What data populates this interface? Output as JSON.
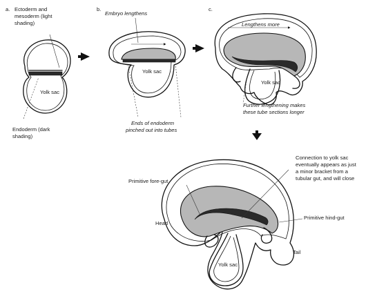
{
  "panels": {
    "a": {
      "letter": "a.",
      "title_lines": [
        "Ectoderm and",
        "mesoderm (light",
        "shading)"
      ],
      "yolk_sac": "Yolk sac",
      "endoderm_lines": [
        "Endoderm (dark",
        "shading)"
      ]
    },
    "b": {
      "letter": "b.",
      "title": "Embryo lengthens",
      "yolk_sac": "Yolk sac",
      "ends_lines": [
        "Ends of endoderm",
        "pinched out into tubes"
      ]
    },
    "c": {
      "letter": "c.",
      "lengthens": "Lengthens more",
      "yolk_sac": "Yolk sac",
      "further_lines": [
        "Further lengthening makes",
        "these tube sections longer"
      ]
    },
    "d": {
      "connection_lines": [
        "Connection to yolk sac",
        "eventually appears as just",
        "a minor bracket from a",
        "tubular gut, and will close"
      ],
      "foregut": "Primitive fore-gut",
      "hindgut": "Primitive hind-gut",
      "head": "Head",
      "tail": "Tail",
      "yolk_sac": "Yolk sac"
    }
  }
}
